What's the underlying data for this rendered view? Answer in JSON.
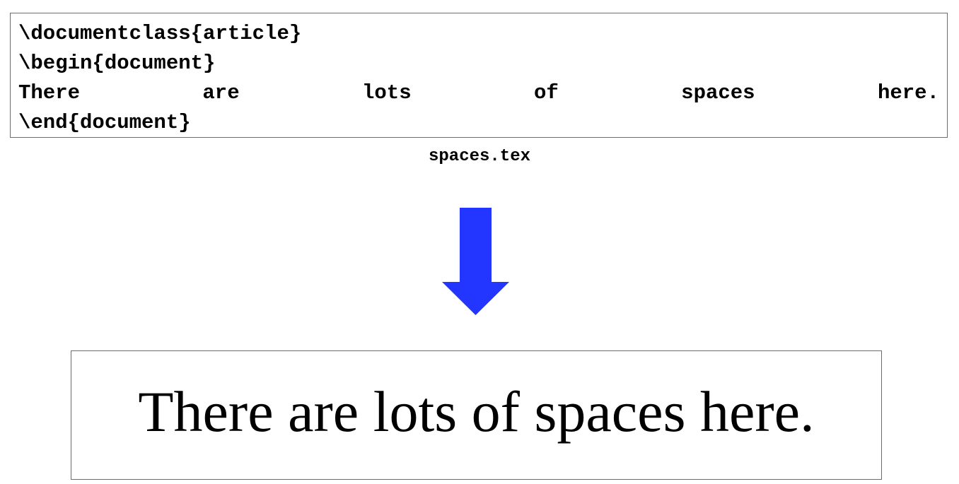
{
  "source_file": {
    "lines": [
      "\\documentclass{article}",
      "\\begin{document}",
      "\\end{document}"
    ],
    "body_words": [
      "There",
      "are",
      "lots",
      "of",
      "spaces",
      "here."
    ],
    "caption": "spaces.tex"
  },
  "arrow": {
    "direction": "down",
    "color": "#2236ff"
  },
  "output": {
    "text": "There are lots of spaces here."
  }
}
